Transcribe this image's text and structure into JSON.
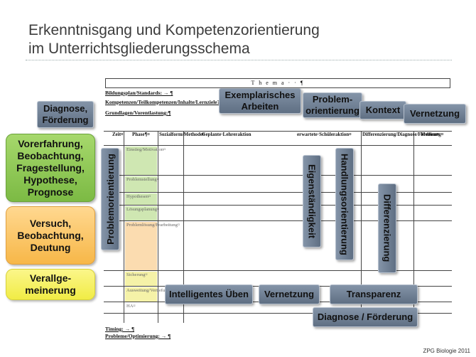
{
  "title_line1": "Erkenntnisgang und Kompetenzorientierung",
  "title_line2": "im Unterrichtsgliederungsschema",
  "document": {
    "thema": "T h e m a · · ¶",
    "bildungsplan": "Bildungsplan/Standards:  →  ¶",
    "kompetenzen": "Kompetenzen/Teilkompetenzen/Inhalte/Lernziele?:¶",
    "grundlagen": "Grundlagen/Vorentlastung:¶",
    "timing": "Timing:  →  ¶",
    "probleme": "Probleme/Optimierung:  →  ¶",
    "headers": {
      "zeit": "Zeit¤",
      "phase": "Phase¶¤",
      "sozialform": "Sozialform/Methode¤",
      "lehreraktion": "Geplante·Lehreraktion",
      "schueleraktion": "erwartete·Schüleraktion¤",
      "differenzierung": "Differenzierung/Diagnose/Förderung¤",
      "medien": "Medien¤"
    },
    "phases": [
      "Einstieg/Motivation¤",
      "Problemstellung¤",
      "Hypothesen¤",
      "Lösungsplanung¤",
      "Problemlösung/Erarbeitung¤",
      "Sicherung¤",
      "Ausweitung/Vertiefung¤",
      "HA¤"
    ]
  },
  "callouts": {
    "exemplarisches": "Exemplarisches Arbeiten",
    "problemorientierung_top": "Problem-orientierung",
    "kontext": "Kontext",
    "vernetzung_top": "Vernetzung",
    "diagnose_left": "Diagnose, Förderung",
    "problemorientierung_vertical": "Problemorientierung",
    "eigenstaendigkeit": "Eigenständigkeit",
    "handlungsorientierung": "Handlungsorientierung",
    "differenzierung": "Differenzierung",
    "intelligentes_ueben": "Intelligentes Üben",
    "vernetzung_bottom": "Vernetzung",
    "transparenz": "Transparenz",
    "diagnose_bottom": "Diagnose / Förderung"
  },
  "stages": {
    "green": "Vorerfahrung, Beobachtung, Fragestellung, Hypothese, Prognose",
    "orange": "Versuch, Beobachtung, Deutung",
    "yellow": "Verallge-meinerung"
  },
  "footer": "ZPG Biologie 2011"
}
